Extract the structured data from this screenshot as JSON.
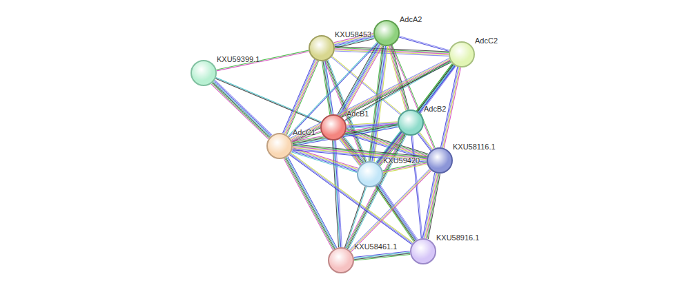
{
  "diagram": {
    "nodes": [
      {
        "text": [
          "AdcA2"
        ]
      },
      {
        "text": [
          "KXU58453"
        ]
      },
      {
        "text": [
          "AdcC2"
        ]
      },
      {
        "text": [
          "KXU59399.1"
        ]
      },
      {
        "text": [
          "AdcB1"
        ]
      },
      {
        "text": [
          "AdcB2"
        ]
      },
      {
        "text": [
          "AdcC1"
        ]
      },
      {
        "text": [
          "KXU58116.1"
        ]
      },
      {
        "text": [
          "KXU59420."
        ]
      },
      {
        "text": [
          "KXU58461.1"
        ]
      },
      {
        "text": [
          "KXU58916.1"
        ]
      }
    ],
    "edges": [
      {
        "from": 3,
        "to": 1,
        "arrow": "none"
      },
      {
        "from": 3,
        "to": 4,
        "arrow": "none"
      },
      {
        "from": 3,
        "to": 6,
        "arrow": "none"
      },
      {
        "from": 1,
        "to": 0,
        "arrow": "none"
      },
      {
        "from": 1,
        "to": 2,
        "arrow": "none"
      },
      {
        "from": 1,
        "to": 4,
        "arrow": "none"
      },
      {
        "from": 1,
        "to": 5,
        "arrow": "none"
      },
      {
        "from": 1,
        "to": 6,
        "arrow": "none"
      },
      {
        "from": 1,
        "to": 8,
        "arrow": "none"
      },
      {
        "from": 0,
        "to": 2,
        "arrow": "none"
      },
      {
        "from": 0,
        "to": 4,
        "arrow": "none"
      },
      {
        "from": 0,
        "to": 5,
        "arrow": "none"
      },
      {
        "from": 0,
        "to": 6,
        "arrow": "none"
      },
      {
        "from": 0,
        "to": 8,
        "arrow": "none"
      },
      {
        "from": 0,
        "to": 7,
        "arrow": "none"
      },
      {
        "from": 2,
        "to": 4,
        "arrow": "none"
      },
      {
        "from": 2,
        "to": 5,
        "arrow": "none"
      },
      {
        "from": 2,
        "to": 7,
        "arrow": "none"
      },
      {
        "from": 2,
        "to": 6,
        "arrow": "none"
      },
      {
        "from": 2,
        "to": 8,
        "arrow": "none"
      },
      {
        "from": 4,
        "to": 5,
        "arrow": "none"
      },
      {
        "from": 4,
        "to": 6,
        "arrow": "none"
      },
      {
        "from": 4,
        "to": 8,
        "arrow": "none"
      },
      {
        "from": 4,
        "to": 9,
        "arrow": "none"
      },
      {
        "from": 4,
        "to": 10,
        "arrow": "none"
      },
      {
        "from": 4,
        "to": 7,
        "arrow": "none"
      },
      {
        "from": 5,
        "to": 6,
        "arrow": "none"
      },
      {
        "from": 5,
        "to": 7,
        "arrow": "none"
      },
      {
        "from": 5,
        "to": 8,
        "arrow": "none"
      },
      {
        "from": 5,
        "to": 9,
        "arrow": "none"
      },
      {
        "from": 5,
        "to": 10,
        "arrow": "none"
      },
      {
        "from": 6,
        "to": 8,
        "arrow": "none"
      },
      {
        "from": 6,
        "to": 7,
        "arrow": "none"
      },
      {
        "from": 6,
        "to": 9,
        "arrow": "none"
      },
      {
        "from": 6,
        "to": 10,
        "arrow": "none"
      },
      {
        "from": 8,
        "to": 7,
        "arrow": "none"
      },
      {
        "from": 8,
        "to": 9,
        "arrow": "none"
      },
      {
        "from": 8,
        "to": 10,
        "arrow": "none"
      },
      {
        "from": 7,
        "to": 9,
        "arrow": "none"
      },
      {
        "from": 7,
        "to": 10,
        "arrow": "none"
      },
      {
        "from": 9,
        "to": 10,
        "arrow": "none"
      }
    ]
  }
}
